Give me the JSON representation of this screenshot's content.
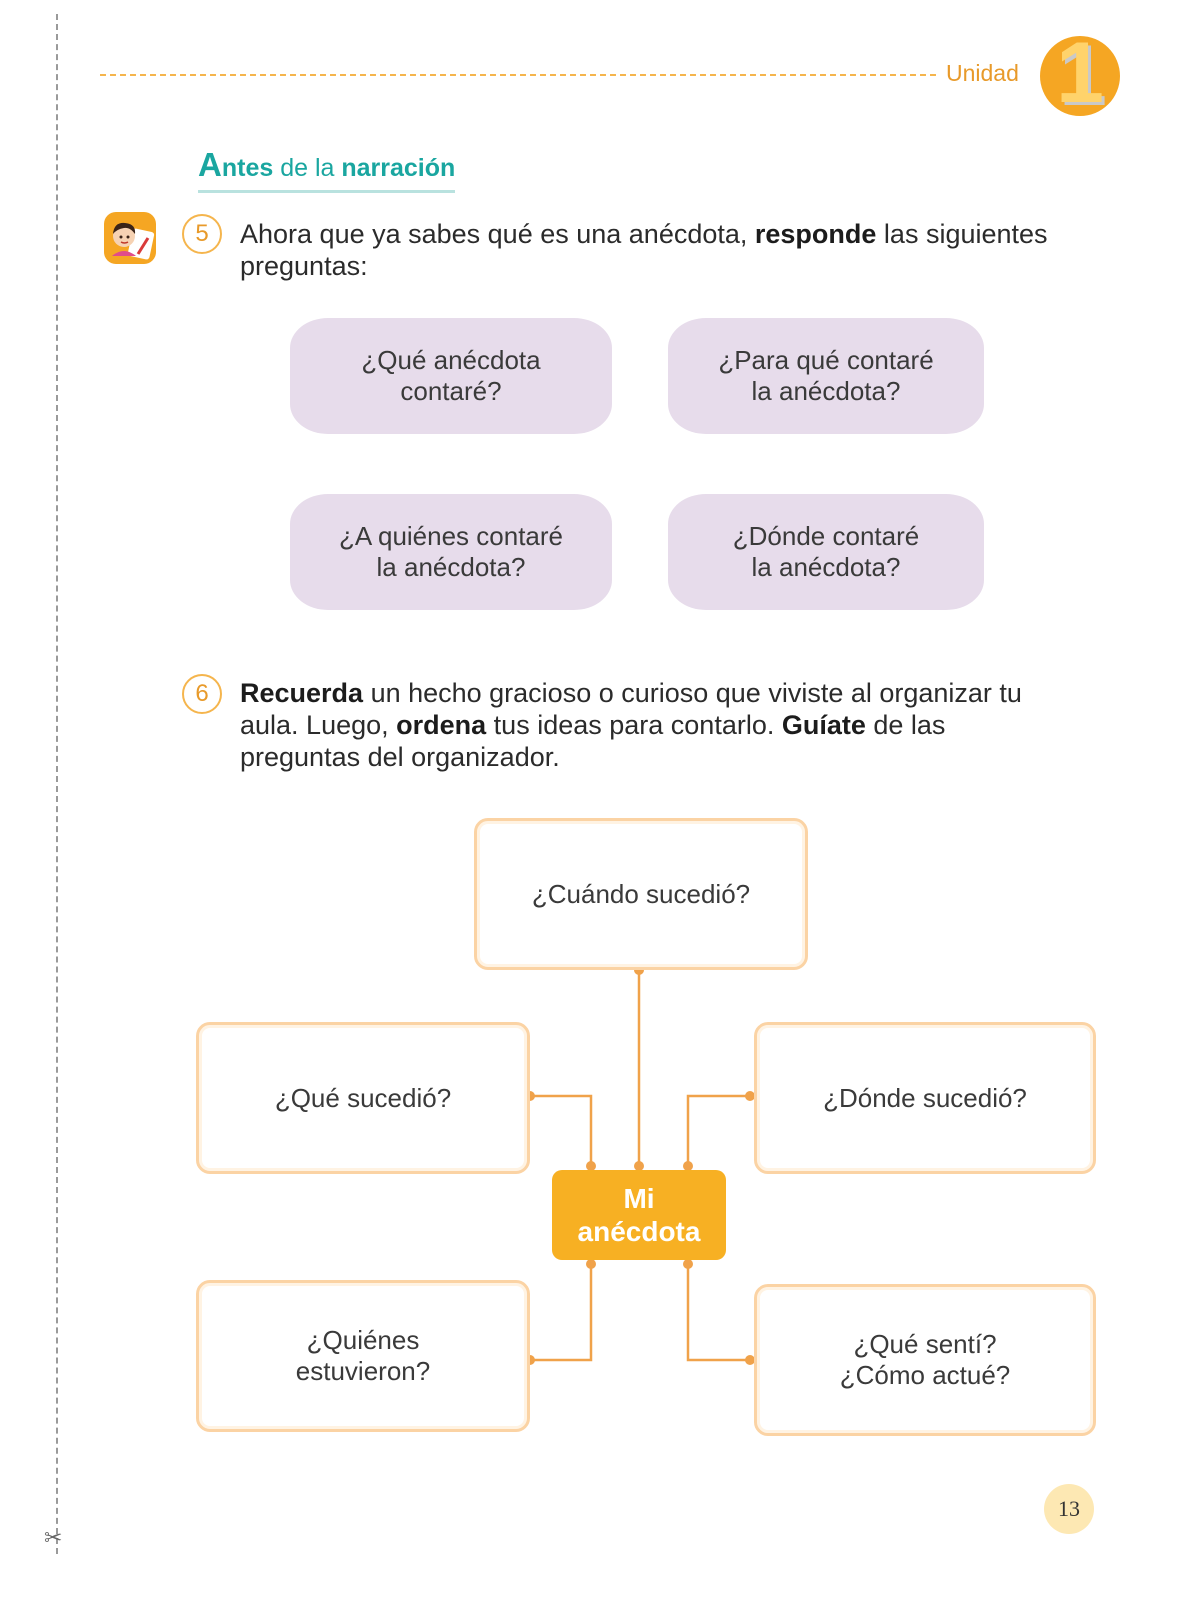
{
  "header": {
    "unit_label": "Unidad",
    "unit_number": "1"
  },
  "section": {
    "title_cap": "A",
    "title_word1": "ntes",
    "title_mid": " de la ",
    "title_word2": "narración"
  },
  "q5": {
    "number": "5",
    "part1": "Ahora que ya sabes qué es una anécdota, ",
    "bold1": "responde",
    "part2": " las siguientes preguntas:",
    "clouds": [
      "¿Qué anécdota\ncontaré?",
      "¿Para qué contaré\nla anécdota?",
      "¿A quiénes contaré\nla anécdota?",
      "¿Dónde contaré\nla anécdota?"
    ]
  },
  "q6": {
    "number": "6",
    "bold1": "Recuerda",
    "part1": " un hecho gracioso o curioso que viviste al organizar tu aula. Luego, ",
    "bold2": "ordena",
    "part2": " tus ideas para contarlo. ",
    "bold3": "Guíate",
    "part3": " de las preguntas del organizador."
  },
  "organizer": {
    "center": "Mi\nanécdota",
    "when": "¿Cuándo sucedió?",
    "what": "¿Qué sucedió?",
    "where": "¿Dónde sucedió?",
    "who": "¿Quiénes\nestuvieron?",
    "feel": "¿Qué sentí?\n¿Cómo actué?"
  },
  "colors": {
    "accent_orange": "#f5a623",
    "title_teal": "#1aa6a0",
    "cloud_lavender": "#e7dceb",
    "box_border": "#fbd3a4",
    "connector": "#f0a24a"
  },
  "icons": {
    "activity": "girl-writing-icon",
    "cut": "scissors-icon"
  },
  "page_number": "13"
}
